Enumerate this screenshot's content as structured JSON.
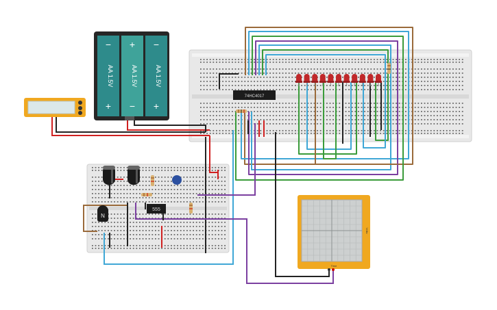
{
  "battery_pack": {
    "cells": [
      {
        "label": "AA 1.5V",
        "plus": "+",
        "minus": "−"
      },
      {
        "label": "AA 1.5V",
        "plus": "+",
        "minus": "−"
      },
      {
        "label": "AA 1.5V",
        "plus": "+",
        "minus": "−"
      }
    ]
  },
  "ic_shift_register": {
    "label": "74HC4017"
  },
  "ic_timer": {
    "label": "555"
  },
  "transistor": {
    "label": "N"
  },
  "oscilloscope": {
    "time_label": "Time",
    "scale_label": "V/div"
  },
  "colors": {
    "battery_cell": "#2e8b8b",
    "battery_cell_mid": "#3fa39a",
    "led_red": "#c0282a",
    "wire_red": "#d02020",
    "wire_black": "#222222",
    "wire_blue": "#3fa7d6",
    "wire_green": "#3a9b3a",
    "wire_brown": "#9a6a3a",
    "wire_purple": "#7b3fa0",
    "breadboard": "#e6e6e6",
    "scope_frame": "#f0a820"
  }
}
